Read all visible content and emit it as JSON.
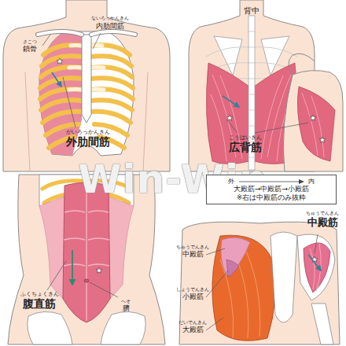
{
  "diagram": {
    "nodes": [
      {
        "text": [
          "外",
          "内",
          "大殿筋→中殿筋→小殿筋",
          "※右は中殿筋のみ抜粋"
        ]
      }
    ],
    "labels": [
      "さこつ",
      "鎖骨",
      "ないろっかんきん",
      "内肋間筋",
      "がいろっかんきん",
      "外肋間筋",
      "背中",
      "こうはいきん",
      "広背筋",
      "ふくちょくきん",
      "腹直筋",
      "へそ",
      "臍",
      "ちゅうでんきん",
      "中殿筋",
      "ちゅうでんきん",
      "中殿筋",
      "しょうでんきん",
      "小殿筋",
      "だいでんきん",
      "大殿筋",
      "Win-Win"
    ]
  }
}
